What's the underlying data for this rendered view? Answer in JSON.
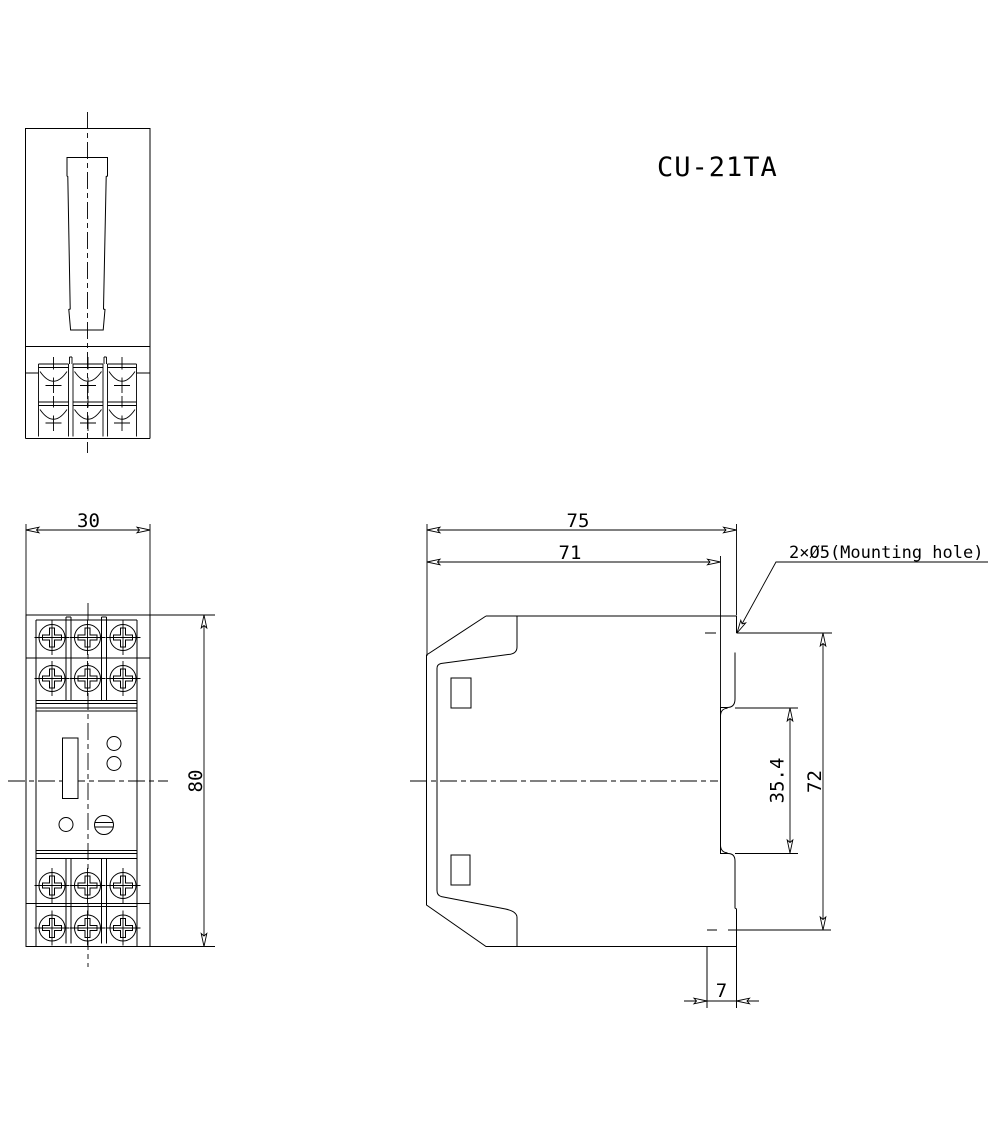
{
  "drawing": {
    "title": "CU-21TA",
    "note": "2×Ø5(Mounting hole)",
    "dims": {
      "front_width": "30",
      "front_height": "80",
      "depth_overall": "75",
      "depth_body": "71",
      "groove": "35.4",
      "span": "72",
      "clip": "7"
    }
  }
}
